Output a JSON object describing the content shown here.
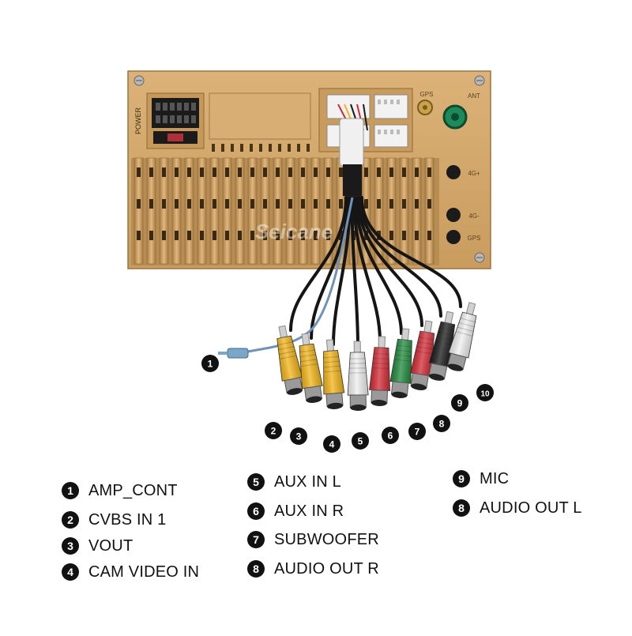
{
  "device": {
    "power_label": "POWER",
    "gps_label": "GPS",
    "ant_label": "ANT",
    "port_4g_top": "4G+",
    "port_4g_bottom": "4G-",
    "port_gps": "GPS",
    "watermark": "Seicane"
  },
  "markers": [
    "1",
    "2",
    "3",
    "4",
    "5",
    "6",
    "7",
    "8",
    "9",
    "10"
  ],
  "legend": [
    {
      "num": "1",
      "label": "AMP_CONT"
    },
    {
      "num": "2",
      "label": "CVBS IN 1"
    },
    {
      "num": "3",
      "label": "VOUT"
    },
    {
      "num": "4",
      "label": "CAM VIDEO IN"
    },
    {
      "num": "5",
      "label": "AUX IN L"
    },
    {
      "num": "6",
      "label": "AUX IN R"
    },
    {
      "num": "7",
      "label": "SUBWOOFER"
    },
    {
      "num": "8",
      "label": "AUDIO OUT R"
    },
    {
      "num": "9",
      "label": "MIC"
    },
    {
      "num": "8",
      "label": "AUDIO OUT L"
    }
  ],
  "colors": {
    "panel": "#d4a86a",
    "panel_dark": "#8a6a3a",
    "yellow": "#f2b418",
    "white": "#efefef",
    "red": "#d42a34",
    "green": "#1f8a3c",
    "black": "#1a1a1a",
    "blue_wire": "#6f93b8"
  }
}
